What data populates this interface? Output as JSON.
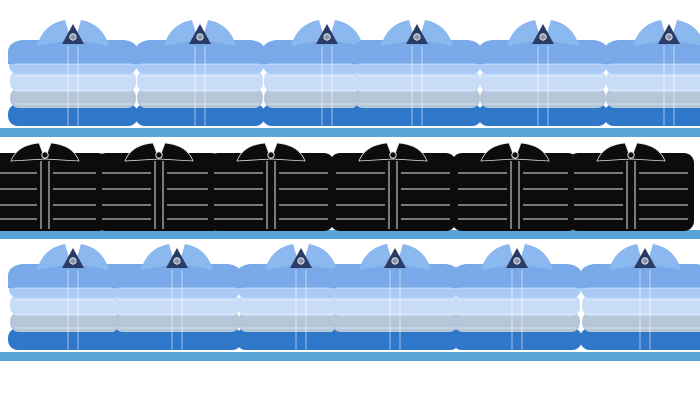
{
  "colors": {
    "background": "#ffffff",
    "shelf": "#5aa3d6",
    "blue_collar": "#7aa9ea",
    "blue_collar_light": "#8cb8f0",
    "blue_collar_dark": "#5f8fd6",
    "blue_layer_1": "#a9c9f7",
    "blue_layer_2": "#c8dcf8",
    "blue_layer_3": "#b6c6d9",
    "blue_layer_4": "#2f77c9",
    "black_shirt": "#0c0c0c",
    "black_stitch": "#e6e6e6",
    "button": "#8a95a6",
    "collar_notch": "#2a3c66"
  },
  "icons": {
    "shirt_stack_blue": "folded-blue-shirt-stack-icon",
    "shirt_stack_black": "folded-black-shirt-stack-icon",
    "shelf": "shelf-board"
  },
  "rows": [
    {
      "name": "top-row",
      "style": "blue",
      "count": 6
    },
    {
      "name": "middle-row",
      "style": "black",
      "count": 6
    },
    {
      "name": "bottom-row",
      "style": "blue",
      "count": 6
    }
  ]
}
